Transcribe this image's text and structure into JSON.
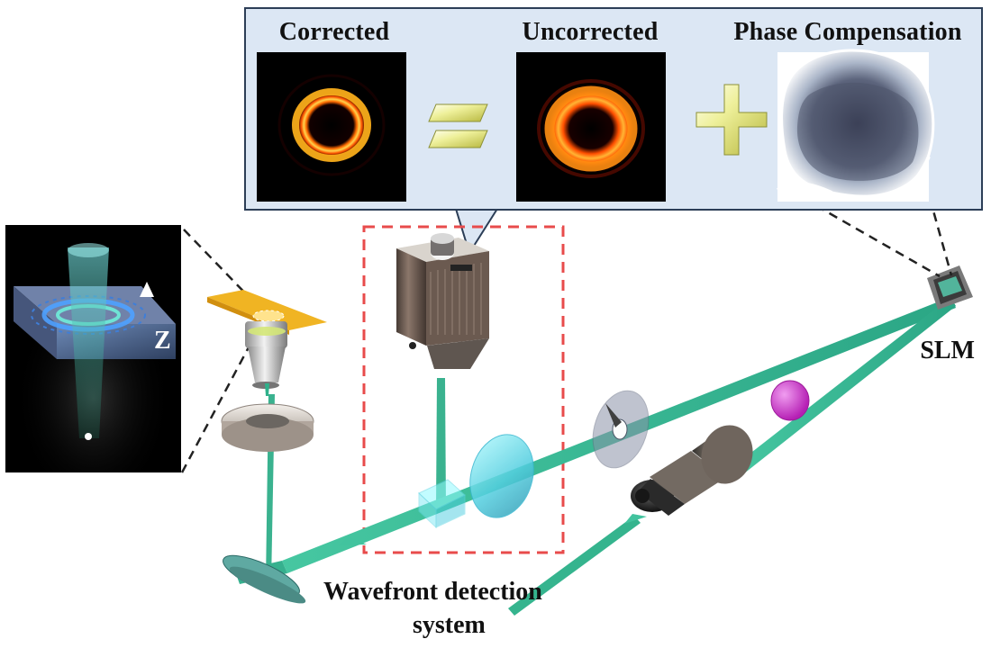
{
  "labels": {
    "corrected": "Corrected",
    "uncorrected": "Uncorrected",
    "phase_compensation": "Phase Compensation",
    "slm": "SLM",
    "z_axis": "Z",
    "wavefront_line1": "Wavefront detection",
    "wavefront_line2": "system"
  },
  "colors": {
    "panel_fill": "#dce7f4",
    "panel_border": "#2c3e57",
    "beam": "#3cb894",
    "dashed_box": "#e84b4b",
    "operator_fill": "#e8ea86",
    "magenta_lens": "#d84fd6"
  },
  "icons": {
    "equals": "equals-icon",
    "plus": "plus-icon"
  }
}
